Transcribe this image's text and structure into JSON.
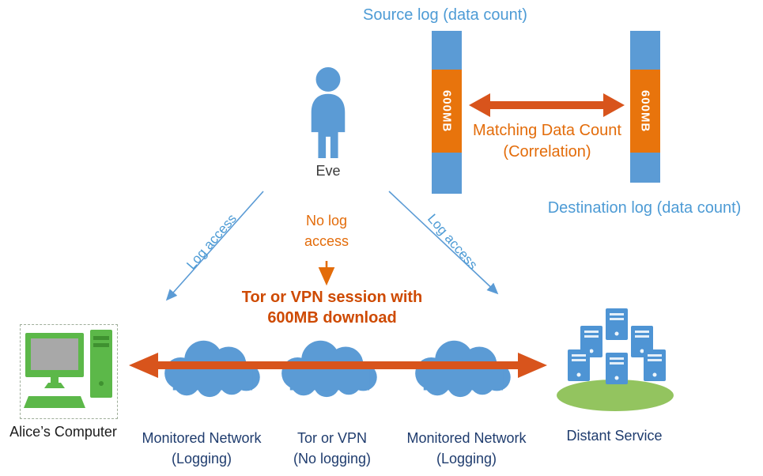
{
  "colors": {
    "blue": "#5B9BD5",
    "bar_orange": "#E8740C",
    "arrow_orange": "#D8541C",
    "text_orange": "#E36C0A",
    "session_orange": "#CE4A02",
    "navy": "#1F3C6E",
    "green": "#5CB849",
    "ellipse_green": "#93C45F"
  },
  "logs": {
    "source_label": "Source log (data count)",
    "destination_label": "Destination log (data count)",
    "source_value": "600MB",
    "destination_value": "600MB",
    "matching_line1": "Matching Data Count",
    "matching_line2": "(Correlation)"
  },
  "eve": {
    "label": "Eve",
    "left_arrow_label": "Log access",
    "right_arrow_label": "Log access",
    "no_log_line1": "No log",
    "no_log_line2": "access"
  },
  "session": {
    "line1": "Tor or VPN session with",
    "line2": "600MB download"
  },
  "bottom": {
    "alice_label": "Alice’s Computer",
    "distant_label": "Distant Service",
    "clouds": [
      {
        "line1": "Monitored Network",
        "line2": "(Logging)"
      },
      {
        "line1": "Tor or VPN",
        "line2": "(No logging)"
      },
      {
        "line1": "Monitored Network",
        "line2": "(Logging)"
      }
    ]
  }
}
